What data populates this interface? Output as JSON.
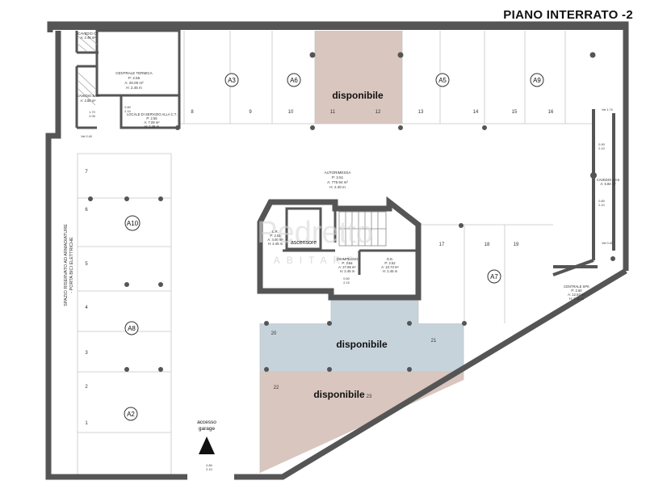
{
  "title": "PIANO INTERRATO -2",
  "watermark": {
    "main": "Pedretto",
    "sub": "ABITARE"
  },
  "colors": {
    "wall": "#555555",
    "available_pink": "#d9c6bf",
    "available_blue": "#c6d3da",
    "grid": "#bfbfbf"
  },
  "badges": {
    "a3": "A3",
    "a6": "A6",
    "a5": "A5",
    "a9": "A9",
    "a10": "A10",
    "a8": "A8",
    "a2": "A2",
    "a7": "A7"
  },
  "available_labels": {
    "top": "disponibile",
    "middle": "disponibile",
    "bottom": "disponibile"
  },
  "top_stall_numbers": [
    "8",
    "9",
    "10",
    "11",
    "12",
    "13",
    "14",
    "15",
    "16"
  ],
  "left_stall_numbers": [
    "7",
    "6",
    "5",
    "4",
    "3",
    "2",
    "1"
  ],
  "right_stall_numbers": [
    "17",
    "18",
    "19"
  ],
  "lower_stall_numbers": [
    "20",
    "21",
    "22",
    "23"
  ],
  "rooms": {
    "autorimessa": {
      "name": "AUTORIMESSA",
      "p": "P: 2.51",
      "a": "A: 775.94 m²",
      "h": "H: 2.40 m"
    },
    "centrale_termica": {
      "name": "CENTRALE TERMICA",
      "p": "P: 2.55",
      "a": "A: 20.00 m²",
      "h": "H: 2.45 m"
    },
    "locale_servizio": {
      "name": "LOCALE DI SERVIZIO ALLA C.T.",
      "p": "P: 2.55",
      "a": "A: 7.09 m²",
      "h": "H: 2.45 m"
    },
    "cavedio_ct": {
      "name": "CAVEDIO CT",
      "a": "A: 2.46 m²"
    },
    "cavedio_bar": {
      "name": "CAVEDIO BAR",
      "a": "A: 2.88 m²"
    },
    "cavedio_gas": {
      "name": "CAVEDIO GAS",
      "a": "A: 5.84 m²"
    },
    "disimpegno": {
      "name": "DISIMPEGNO",
      "p": "P: 2.51",
      "a": "A: 27.85 m²",
      "h": "H: 2.45 m"
    },
    "lr": {
      "name": "L.R.",
      "p": "P: 2.51",
      "a": "A: 4.00 m²",
      "h": "H: 2.45 m"
    },
    "ge": {
      "name": "G.E.",
      "p": "P: 2.52",
      "a": "A: 10.73 m²",
      "h": "H: 2.45 m"
    },
    "centrale_spk": {
      "name": "CENTRALE SPK",
      "p": "P: 2.60",
      "a": "A: 12.67 m²",
      "h": "H: 2.45 m"
    },
    "ascensore": {
      "name": "ascensore"
    }
  },
  "side_text": [
    "SPAZIO RISERVATO AD ARMADIATURE",
    "- PORTA BICI ELETTRICHE"
  ],
  "access": {
    "line1": "accesso",
    "line2": "garage"
  },
  "dims": {
    "d1": "0.80",
    "d2": "2.10",
    "d3": "1.70",
    "d4": "2.05",
    "d5": "Vel 0.40",
    "d6": "Vel 1.70",
    "d7": "0.90",
    "d8": "2.10",
    "d9": "0.60",
    "d10": "2.15",
    "d11": "0.80",
    "d12": "2.10",
    "d13": "Vel 0.40",
    "d14": "0.80",
    "d15": "2.10"
  }
}
